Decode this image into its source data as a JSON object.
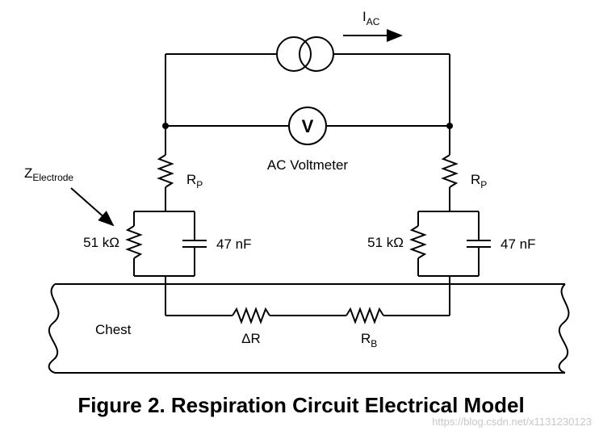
{
  "source": {
    "label": "I",
    "subscript": "AC"
  },
  "meter": {
    "symbol": "V",
    "label": "AC Voltmeter"
  },
  "electrode_label": {
    "main": "Z",
    "subscript": "Electrode"
  },
  "left_branch": {
    "rp": {
      "main": "R",
      "subscript": "P"
    },
    "resistor_value": "51 kΩ",
    "capacitor_value": "47 nF"
  },
  "right_branch": {
    "rp": {
      "main": "R",
      "subscript": "P"
    },
    "resistor_value": "51 kΩ",
    "capacitor_value": "47 nF"
  },
  "body": {
    "label": "Chest",
    "delta_r": "ΔR",
    "rb": {
      "main": "R",
      "subscript": "B"
    }
  },
  "caption": "Figure 2. Respiration Circuit Electrical Model",
  "watermark": "https://blog.csdn.net/x1131230123"
}
